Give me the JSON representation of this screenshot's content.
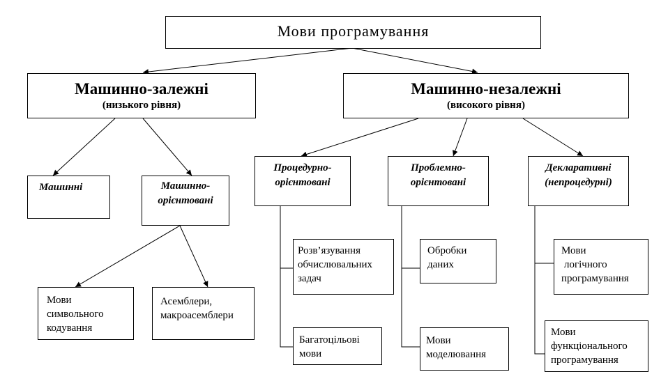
{
  "root": {
    "title": "Мови програмування"
  },
  "machine_dependent": {
    "title": "Машинно-залежні",
    "subtitle": "(низького рівня)",
    "machine": "Машинні",
    "machine_oriented": [
      "Машинно-",
      "орієнтовані"
    ],
    "symbolic_coding": [
      "Мови",
      "символьного",
      "кодування"
    ],
    "assemblers": [
      "Асемблери,",
      "макроасемблери"
    ]
  },
  "machine_independent": {
    "title": "Машинно-незалежні",
    "subtitle": "(високого рівня)",
    "procedural": [
      "Процедурно-",
      "орієнтовані"
    ],
    "problem_oriented": [
      "Проблемно-",
      "орієнтовані"
    ],
    "declarative": [
      "Декларативні",
      "(непроцедурні)"
    ],
    "computational_tasks": [
      "Розв’язування",
      "обчислювальних",
      "задач"
    ],
    "multipurpose": [
      "Багатоцільові",
      "мови"
    ],
    "data_processing": [
      "Обробки",
      "даних"
    ],
    "modeling": [
      "Мови",
      "моделювання"
    ],
    "logic_programming": [
      "Мови",
      "логічного",
      "програмування"
    ],
    "functional_programming": [
      "Мови",
      "функціонального",
      "програмування"
    ]
  },
  "colors": {
    "line": "#000000",
    "box_fill": "#ffffff",
    "text": "#000000"
  }
}
